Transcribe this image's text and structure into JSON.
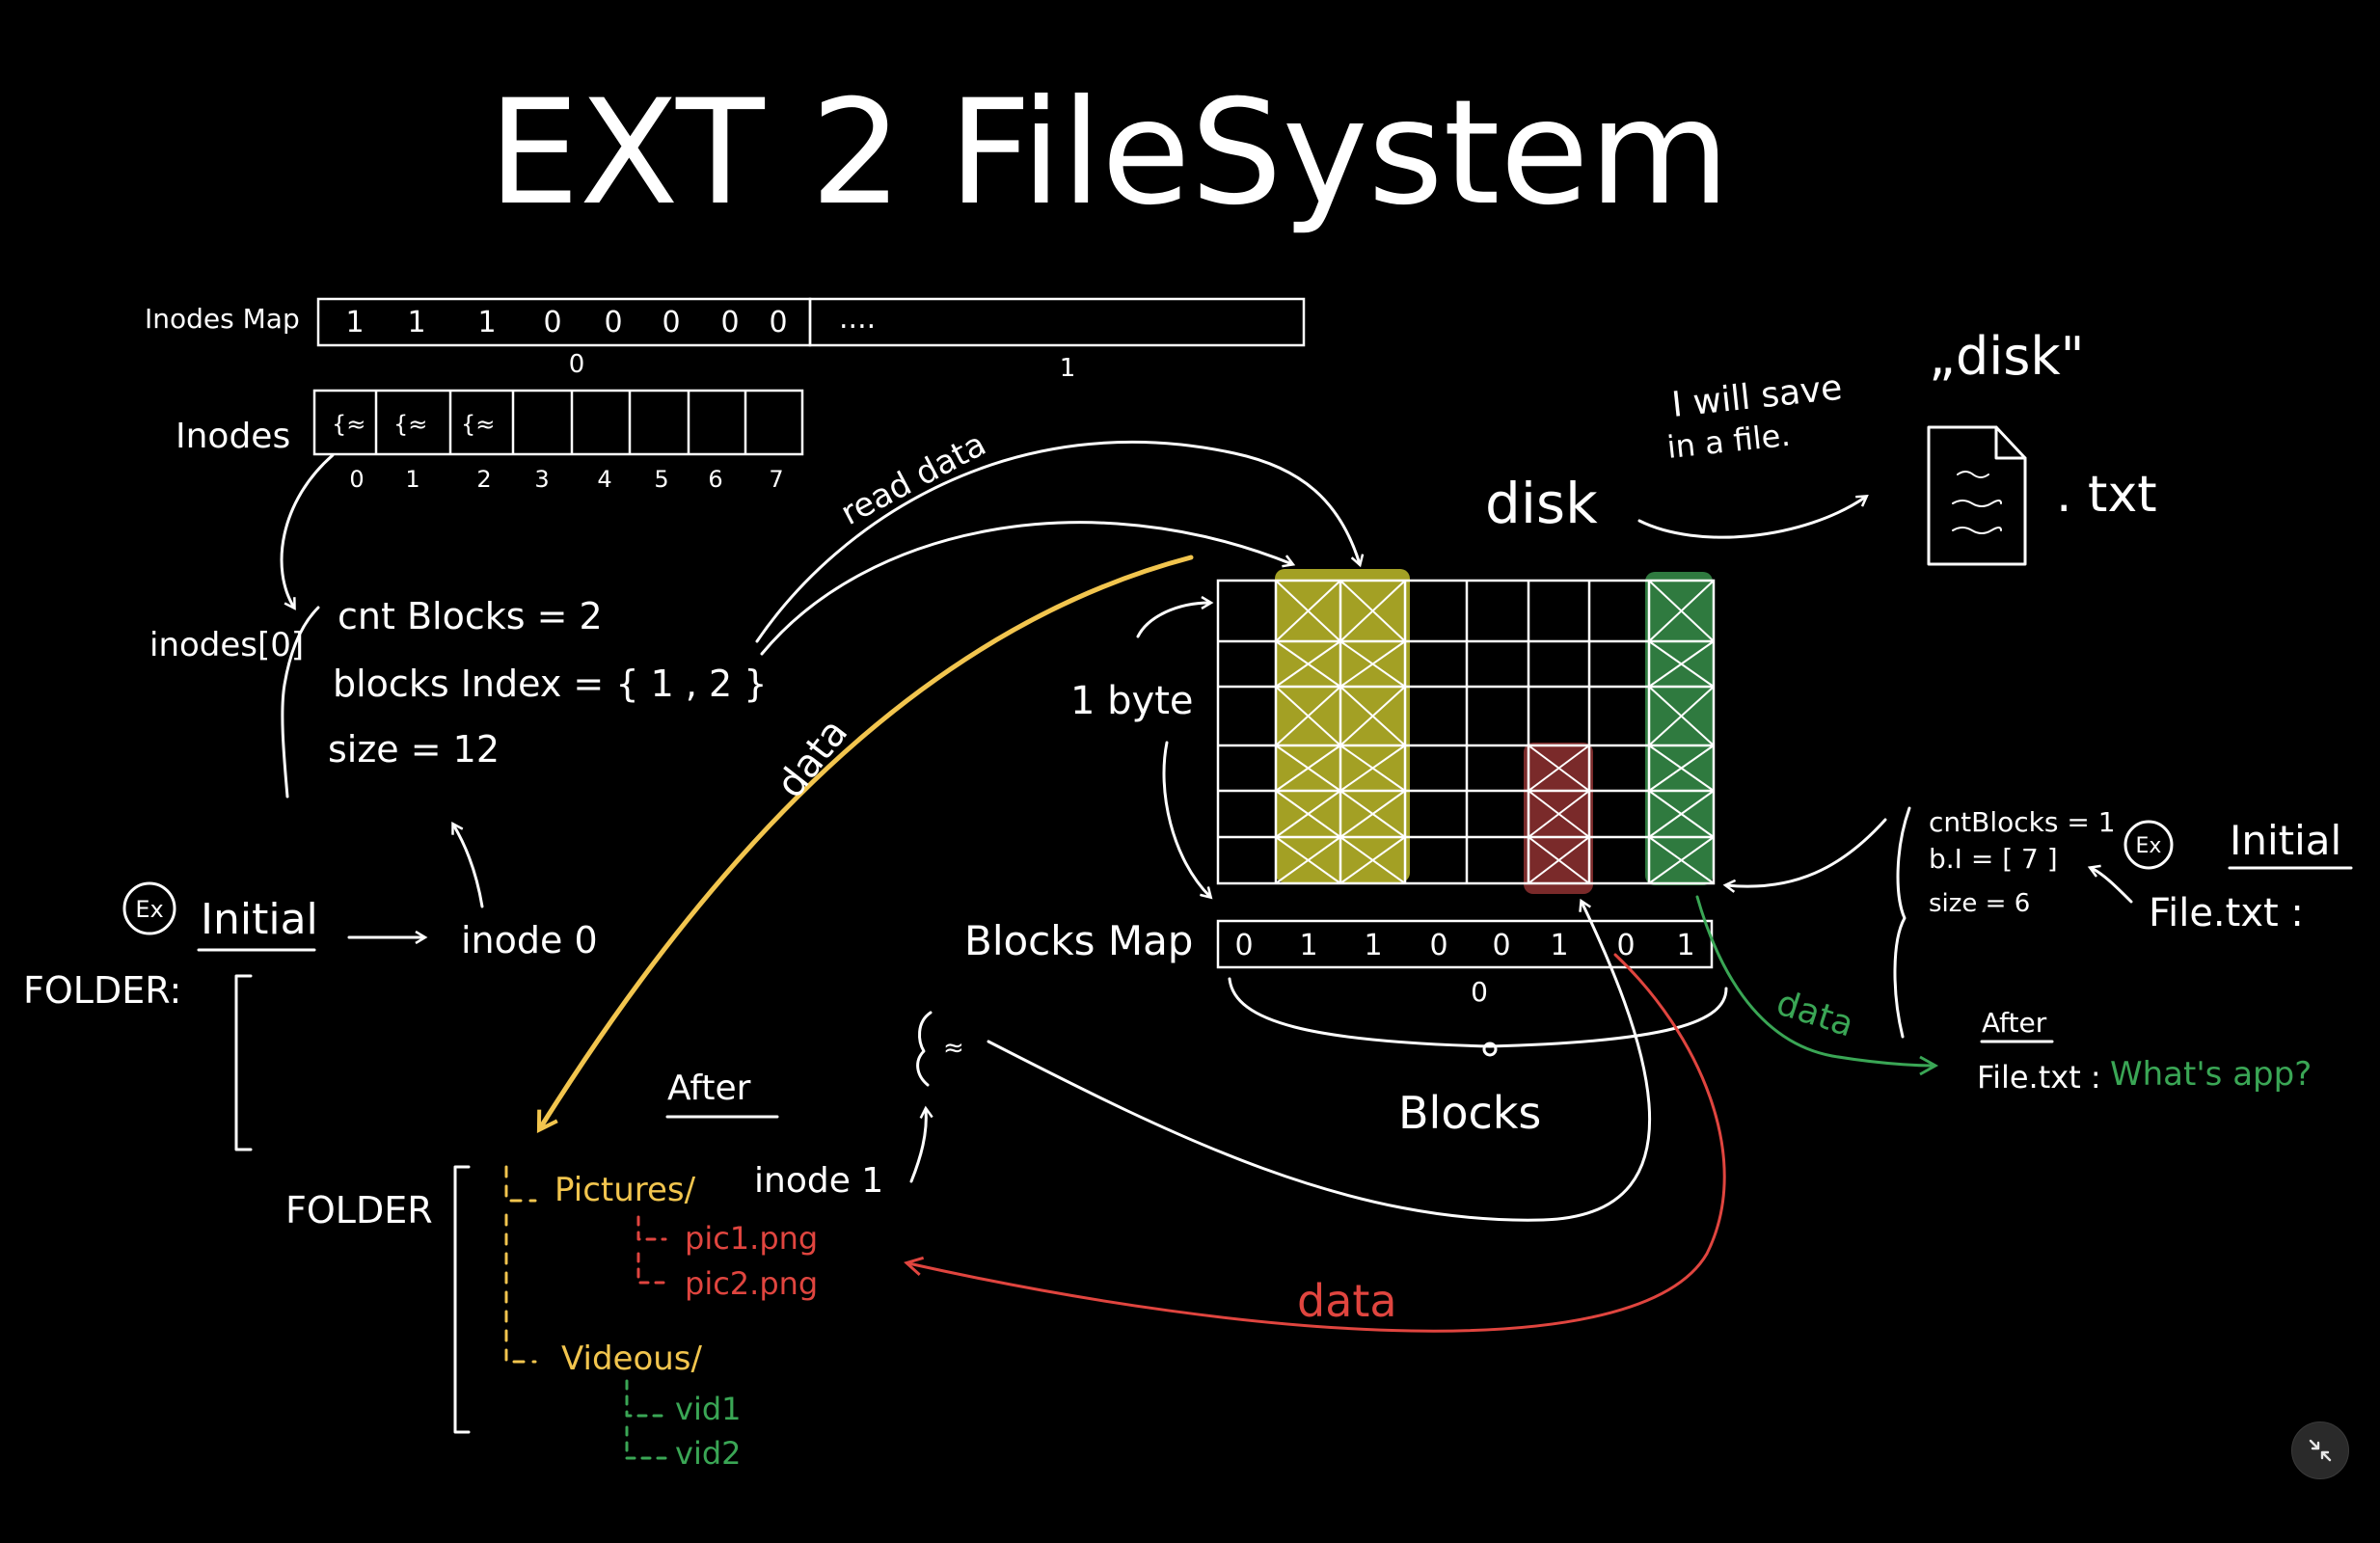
{
  "title": "EXT 2 FileSystem",
  "inode_map": {
    "label": "Inodes Map",
    "bits": [
      "1",
      "1",
      "1",
      "0",
      "0",
      "0",
      "0",
      "0"
    ],
    "more": "....",
    "group_labels": [
      "0",
      "1"
    ]
  },
  "inodes": {
    "label": "Inodes",
    "cell_marks": [
      "{≈",
      "{≈",
      "{≈"
    ],
    "indices": [
      "0",
      "1",
      "2",
      "3",
      "4",
      "5",
      "6",
      "7"
    ]
  },
  "inode_detail": {
    "name": "inodes[0]",
    "lines": [
      "cnt Blocks = 2",
      "blocks Index = { 1 , 2 }",
      "size = 12"
    ]
  },
  "left_example": {
    "ex": "Ex",
    "initial": "Initial",
    "arrow_target": "inode 0",
    "folder_label": "FOLDER:"
  },
  "after_section": {
    "after": "After",
    "folder_label": "FOLDER",
    "inode1": "inode 1",
    "tree": {
      "pictures": "Pictures/",
      "pic1": "pic1.png",
      "pic2": "pic2.png",
      "videos": "Videous/",
      "vid1": "vid1",
      "vid2": "vid2"
    }
  },
  "arrows": {
    "read_data": "read data",
    "data_yellow": "data",
    "data_red": "data",
    "data_green": "data"
  },
  "disk": {
    "note_line1": "I will save",
    "note_line2": "in a file.",
    "quoted": "„disk\"",
    "disk_label": "disk",
    "ext": ". txt",
    "byte_label": "1 byte",
    "blocks_map_label": "Blocks Map",
    "blocks_map_bits": [
      "0",
      "1",
      "1",
      "0",
      "0",
      "1",
      "0",
      "1"
    ],
    "blocks_map_group": "0",
    "blocks_label": "Blocks",
    "highlight_colors": {
      "yellow": "#a3a024",
      "red": "#7a2a2a",
      "green": "#2f7a3f"
    }
  },
  "right_example": {
    "lines": [
      "cntBlocks = 1",
      "b.I = [ 7 ]",
      "size = 6"
    ],
    "ex": "Ex",
    "initial": "Initial",
    "file": "File.txt :",
    "after": "After",
    "after_file": "File.txt :",
    "after_content": "What's app?"
  },
  "colors": {
    "yellow": "#f2c54e",
    "red": "#e0453f",
    "green": "#3aa655"
  }
}
